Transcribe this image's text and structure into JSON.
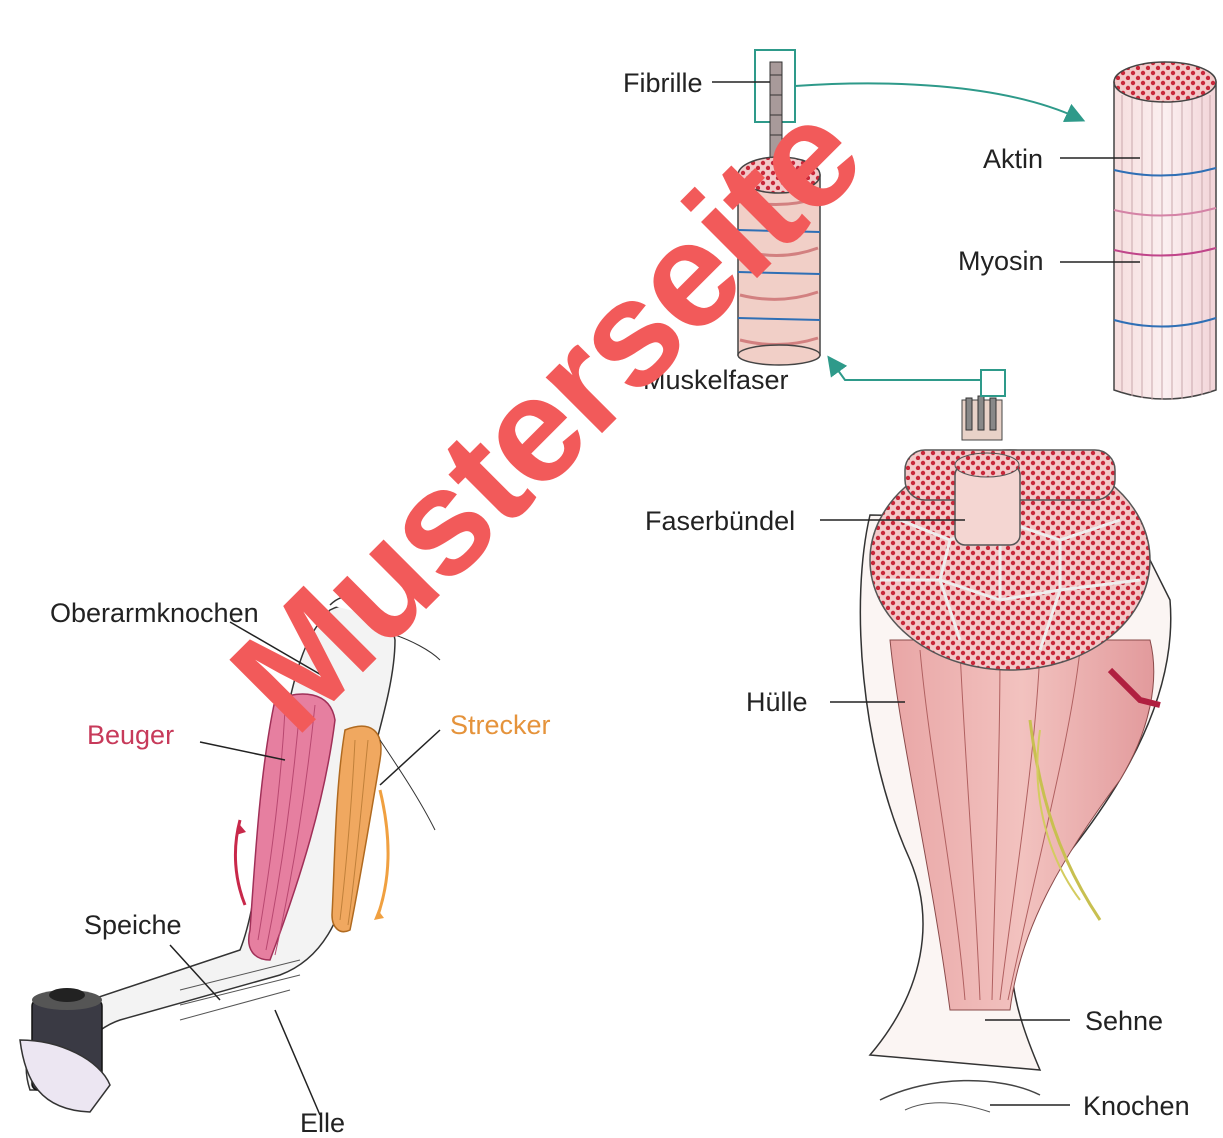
{
  "labels": {
    "fibrille": "Fibrille",
    "aktin": "Aktin",
    "myosin": "Myosin",
    "muskelfaser": "Muskelfaser",
    "faserbuendel": "Faserbündel",
    "huelle": "Hülle",
    "sehne": "Sehne",
    "knochen": "Knochen",
    "oberarmknochen": "Oberarmknochen",
    "beuger": "Beuger",
    "strecker": "Strecker",
    "speiche": "Speiche",
    "elle": "Elle"
  },
  "watermark": "Musterseite",
  "colors": {
    "beuger": "#c73a5a",
    "strecker": "#e5933b",
    "arrow": "#2e9a8a",
    "watermark": "#f25a5a"
  }
}
